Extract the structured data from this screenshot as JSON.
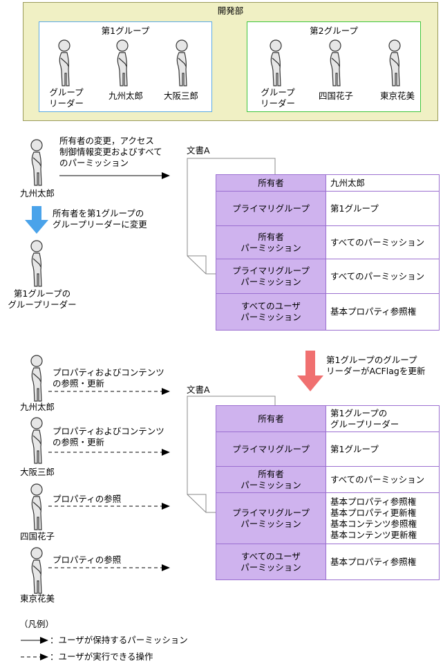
{
  "department": {
    "title": "開発部",
    "group1": {
      "title": "第1グループ",
      "members": [
        "グループ\nリーダー",
        "九州太郎",
        "大阪三郎"
      ]
    },
    "group2": {
      "title": "第2グループ",
      "members": [
        "グループ\nリーダー",
        "四国花子",
        "東京花美"
      ]
    }
  },
  "step1": {
    "actor": "九州太郎",
    "action": "所有者の変更，アクセス\n制御情報変更およびすべて\nのパーミッション",
    "change_note": "所有者を第1グループの\nグループリーダーに変更",
    "new_actor": "第1グループの\nグループリーダー",
    "doc_label": "文書A",
    "rows": [
      {
        "key": "所有者",
        "value": "九州太郎"
      },
      {
        "key": "プライマリグループ",
        "value": "第1グループ"
      },
      {
        "key": "所有者\nパーミッション",
        "value": "すべてのパーミッション"
      },
      {
        "key": "プライマリグループ\nパーミッション",
        "value": "すべてのパーミッション"
      },
      {
        "key": "すべてのユーザ\nパーミッション",
        "value": "基本プロパティ参照権"
      }
    ]
  },
  "step2": {
    "update_note": "第1グループのグループ\nリーダーがACFlagを更新",
    "doc_label": "文書A",
    "users": [
      {
        "name": "九州太郎",
        "op": "プロパティおよびコンテンツ\nの参照・更新"
      },
      {
        "name": "大阪三郎",
        "op": "プロパティおよびコンテンツ\nの参照・更新"
      },
      {
        "name": "四国花子",
        "op": "プロパティの参照"
      },
      {
        "name": "東京花美",
        "op": "プロパティの参照"
      }
    ],
    "rows": [
      {
        "key": "所有者",
        "value": "第1グループの\nグループリーダー"
      },
      {
        "key": "プライマリグループ",
        "value": "第1グループ"
      },
      {
        "key": "所有者\nパーミッション",
        "value": "すべてのパーミッション"
      },
      {
        "key": "プライマリグループ\nパーミッション",
        "value": "基本プロパティ参照権\n基本プロパティ更新権\n基本コンテンツ参照権\n基本コンテンツ更新権"
      },
      {
        "key": "すべてのユーザ\nパーミッション",
        "value": "基本プロパティ参照権"
      }
    ]
  },
  "legend": {
    "title": "（凡例）",
    "solid": "：ユーザが保持するパーミッション",
    "dashed": "：ユーザが実行できる操作"
  },
  "colors": {
    "dept_bg": "#f0f0c4",
    "group1_border": "#5aa9e6",
    "group2_border": "#3cc43c",
    "key_cell": "#cfb3ee",
    "table_border": "#9b6fd0",
    "blue_arrow": "#4aa3ea",
    "red_arrow": "#f07070"
  }
}
